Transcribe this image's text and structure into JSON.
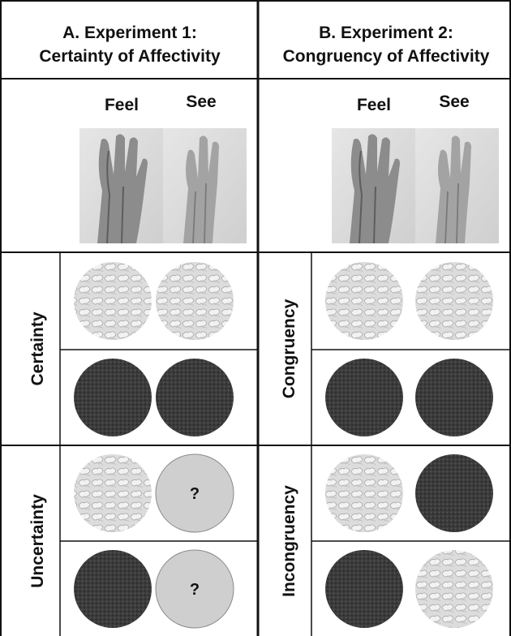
{
  "panels": [
    {
      "title_line1": "A. Experiment 1:",
      "title_line2": "Certainty of Affectivity",
      "feel_label": "Feel",
      "see_label": "See",
      "groups": [
        {
          "label": "Certainty",
          "rows": [
            [
              "light",
              "light"
            ],
            [
              "dark",
              "dark"
            ]
          ]
        },
        {
          "label": "Uncertainty",
          "rows": [
            [
              "light",
              "unknown"
            ],
            [
              "dark",
              "unknown"
            ]
          ]
        }
      ]
    },
    {
      "title_line1": "B. Experiment 2:",
      "title_line2": "Congruency of Affectivity",
      "feel_label": "Feel",
      "see_label": "See",
      "groups": [
        {
          "label": "Congruency",
          "rows": [
            [
              "light",
              "light"
            ],
            [
              "dark",
              "dark"
            ]
          ]
        },
        {
          "label": "Incongruency",
          "rows": [
            [
              "light",
              "dark"
            ],
            [
              "dark",
              "light"
            ]
          ]
        }
      ]
    }
  ],
  "unknown_mark": "?",
  "colors": {
    "light_texture": "#d9d9d9",
    "dark_texture": "#3a3a3a",
    "unknown_fill": "#cfcfcf",
    "line": "#111111"
  }
}
